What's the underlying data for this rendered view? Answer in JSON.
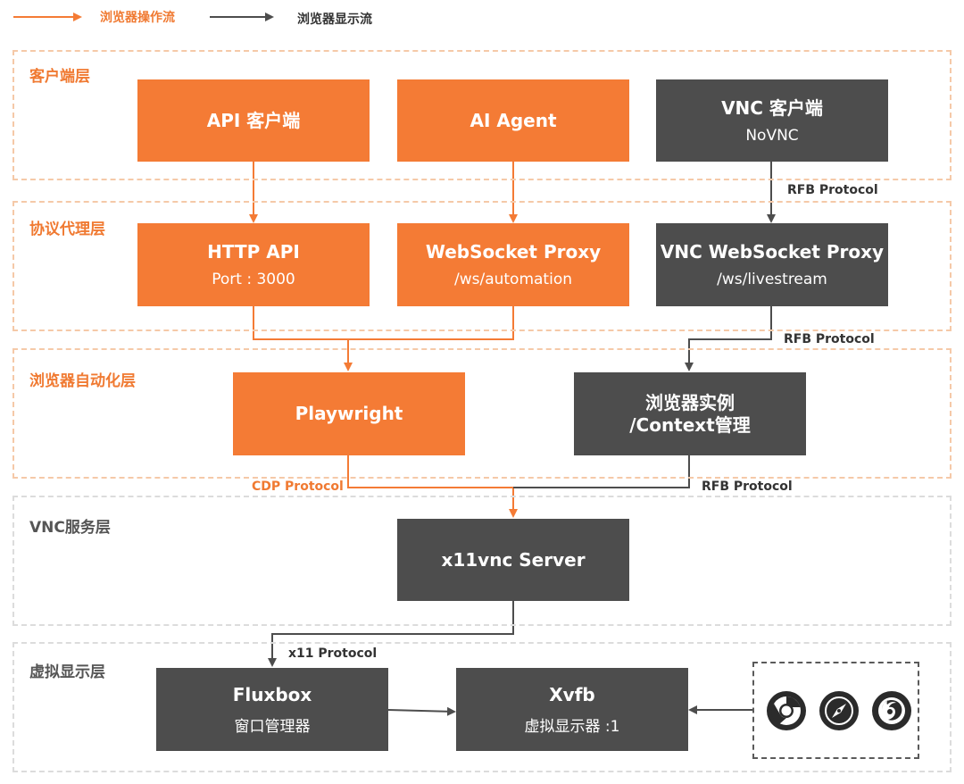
{
  "legend": {
    "browser_operation_flow": "浏览器操作流",
    "browser_display_flow": "浏览器显示流",
    "orange_color": "#f47b35",
    "dark_color": "#4d4d4d"
  },
  "layers": {
    "client": "客户端层",
    "protocol_proxy": "协议代理层",
    "browser_automation": "浏览器自动化层",
    "vnc_service": "VNC服务层",
    "virtual_display": "虚拟显示层"
  },
  "nodes": {
    "api_client": {
      "title": "API 客户端"
    },
    "ai_agent": {
      "title": "AI Agent"
    },
    "vnc_client": {
      "title": "VNC 客户端",
      "subtitle": "NoVNC"
    },
    "http_api": {
      "title": "HTTP API",
      "subtitle": "Port : 3000"
    },
    "ws_proxy": {
      "title": "WebSocket Proxy",
      "subtitle": "/ws/automation"
    },
    "vnc_ws_proxy": {
      "title": "VNC WebSocket Proxy",
      "subtitle": "/ws/livestream"
    },
    "playwright": {
      "title": "Playwright"
    },
    "browser_instance": {
      "title_line1": "浏览器实例",
      "title_line2": "/Context管理"
    },
    "x11vnc": {
      "title": "x11vnc Server"
    },
    "fluxbox": {
      "title": "Fluxbox",
      "subtitle": "窗口管理器"
    },
    "xvfb": {
      "title": "Xvfb",
      "subtitle": "虚拟显示器 :1"
    }
  },
  "edge_labels": {
    "rfb_1": "RFB Protocol",
    "rfb_2": "RFB Protocol",
    "cdp": "CDP Protocol",
    "rfb_3": "RFB Protocol",
    "x11": "x11 Protocol"
  },
  "browser_icons": [
    "chrome-icon",
    "safari-icon",
    "firefox-icon"
  ]
}
